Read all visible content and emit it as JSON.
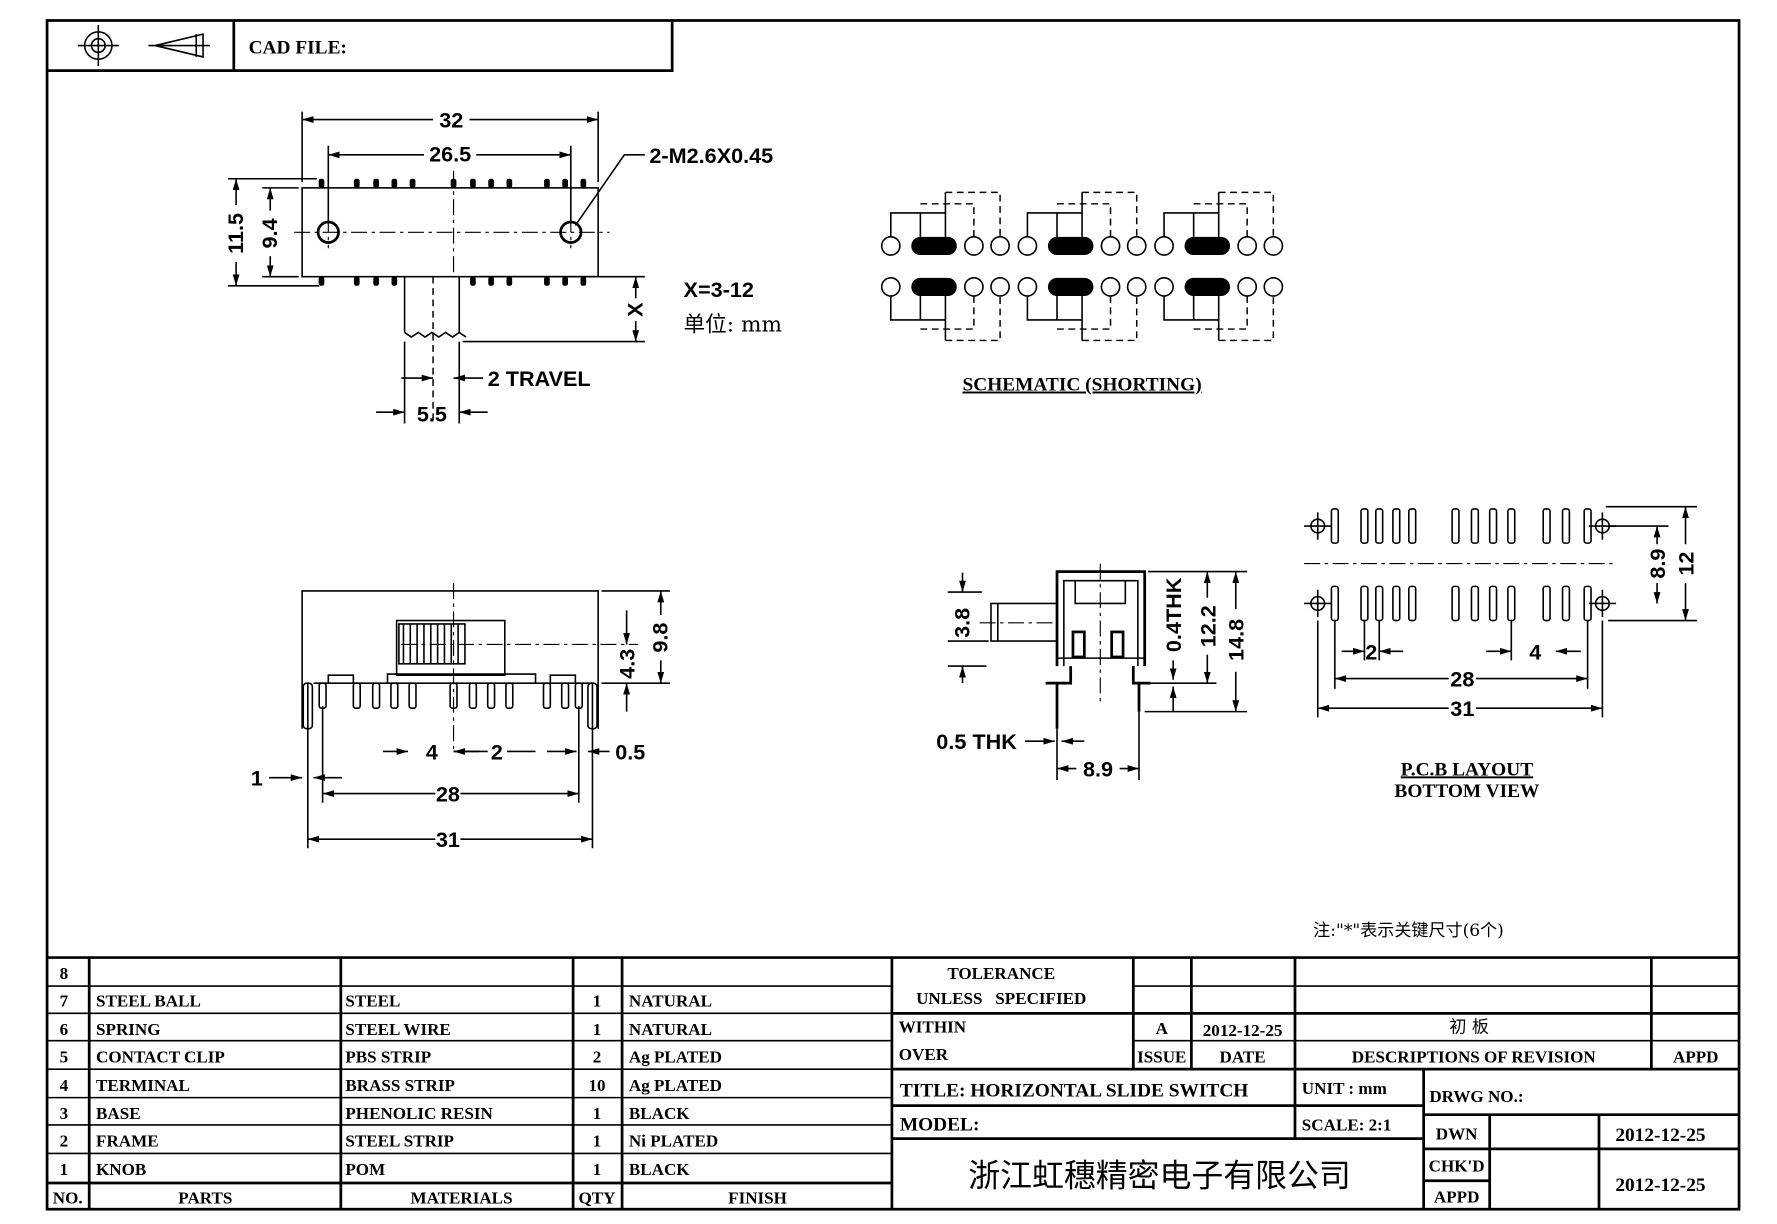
{
  "header": {
    "cad_file_label": "CAD FILE:"
  },
  "top_view": {
    "dim_overall_length": "32",
    "dim_hole_pitch": "26.5",
    "dim_overall_height": "11.5",
    "dim_body_height": "9.4",
    "thread_callout": "2-M2.6X0.45",
    "dim_knob_length": "X",
    "knob_length_range": "X=3-12",
    "unit_note": "单位: mm",
    "travel_label": "2 TRAVEL",
    "dim_knob_width": "5.5"
  },
  "schematic": {
    "title": "SCHEMATIC (SHORTING)"
  },
  "front_view": {
    "dim_total_height": "9.8",
    "dim_knob_height": "4.3",
    "dim_pitch_4": "4",
    "dim_pitch_2": "2",
    "dim_pin_thk": "0.5",
    "dim_leg_thk": "1",
    "dim_pin_span": "28",
    "dim_leg_span": "31"
  },
  "side_view": {
    "dim_knob": "3.8",
    "dim_frame_thk": "0.4THK",
    "dim_height_12_2": "12.2",
    "dim_height_14_8": "14.8",
    "dim_leg_thk": "0.5 THK",
    "dim_width": "8.9"
  },
  "pcb_layout": {
    "dim_row_pitch": "8.9",
    "dim_hole_span": "12",
    "dim_pitch_2": "2",
    "dim_pitch_4": "4",
    "dim_pin_span": "28",
    "dim_hole_span_x": "31",
    "title": "P.C.B LAYOUT",
    "subtitle": "BOTTOM VIEW"
  },
  "note": "注:\"*\"表示关键尺寸(6个)",
  "bom": {
    "headers": {
      "no": "NO.",
      "parts": "PARTS",
      "materials": "MATERIALS",
      "qty": "QTY",
      "finish": "FINISH"
    },
    "rows": [
      {
        "no": "8",
        "part": "",
        "material": "",
        "qty": "",
        "finish": ""
      },
      {
        "no": "7",
        "part": "STEEL BALL",
        "material": "STEEL",
        "qty": "1",
        "finish": "NATURAL"
      },
      {
        "no": "6",
        "part": "SPRING",
        "material": "STEEL WIRE",
        "qty": "1",
        "finish": "NATURAL"
      },
      {
        "no": "5",
        "part": "CONTACT CLIP",
        "material": "PBS STRIP",
        "qty": "2",
        "finish": "Ag PLATED"
      },
      {
        "no": "4",
        "part": "TERMINAL",
        "material": "BRASS STRIP",
        "qty": "10",
        "finish": "Ag PLATED"
      },
      {
        "no": "3",
        "part": "BASE",
        "material": "PHENOLIC RESIN",
        "qty": "1",
        "finish": "BLACK"
      },
      {
        "no": "2",
        "part": "FRAME",
        "material": "STEEL STRIP",
        "qty": "1",
        "finish": "Ni PLATED"
      },
      {
        "no": "1",
        "part": "KNOB",
        "material": "POM",
        "qty": "1",
        "finish": "BLACK"
      }
    ]
  },
  "title_block": {
    "tolerance_line1": "TOLERANCE",
    "tolerance_line2": "UNLESS   SPECIFIED",
    "within_label": "WITHIN",
    "over_label": "OVER",
    "issue_value": "A",
    "issue_date": "2012-12-25",
    "revision_description": "初 板",
    "issue_label": "ISSUE",
    "date_label": "DATE",
    "descriptions_label": "DESCRIPTIONS OF REVISION",
    "appd_label": "APPD",
    "title": "TITLE: HORIZONTAL SLIDE SWITCH",
    "unit": "UNIT : mm",
    "drwg_no_label": "DRWG NO.:",
    "model_label": "MODEL:",
    "scale": "SCALE: 2:1",
    "dwn_label": "DWN",
    "dwn_date": "2012-12-25",
    "chkd_label": "CHK'D",
    "appd2_label": "APPD",
    "chkd_appd_date": "2012-12-25",
    "company": "浙江虹穗精密电子有限公司"
  }
}
